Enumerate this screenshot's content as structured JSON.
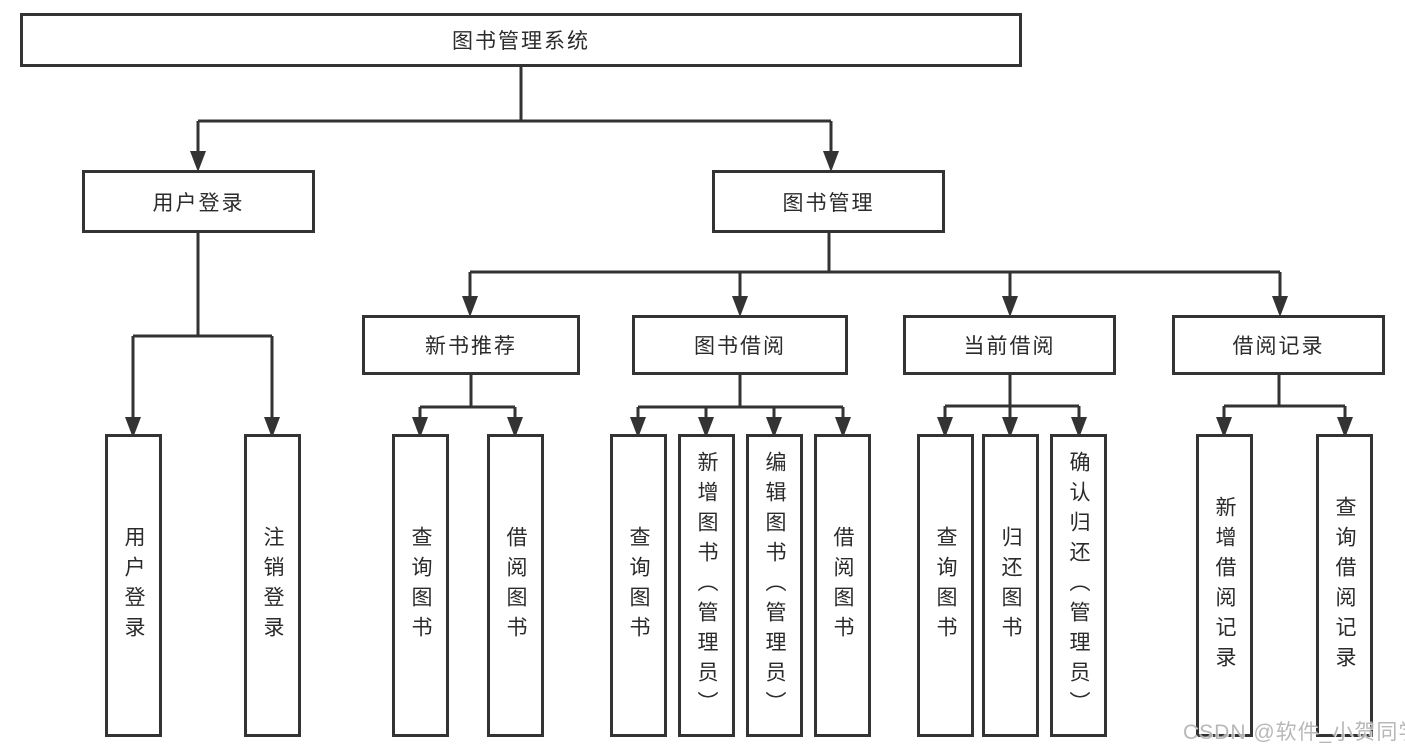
{
  "diagram": {
    "root": "图书管理系统",
    "branches": {
      "user": {
        "label": "用户登录",
        "children": [
          "用户登录",
          "注销登录"
        ]
      },
      "mgmt": {
        "label": "图书管理"
      }
    },
    "sections": [
      {
        "label": "新书推荐",
        "children": [
          "查询图书",
          "借阅图书"
        ]
      },
      {
        "label": "图书借阅",
        "children": [
          "查询图书",
          "新增图书（管理员）",
          "编辑图书（管理员）",
          "借阅图书"
        ]
      },
      {
        "label": "当前借阅",
        "children": [
          "查询图书",
          "归还图书",
          "确认归还（管理员）"
        ]
      },
      {
        "label": "借阅记录",
        "children": [
          "新增借阅记录",
          "查询借阅记录"
        ]
      }
    ],
    "line_color": "#333333",
    "watermark": "CSDN @软件_小贺同学"
  }
}
